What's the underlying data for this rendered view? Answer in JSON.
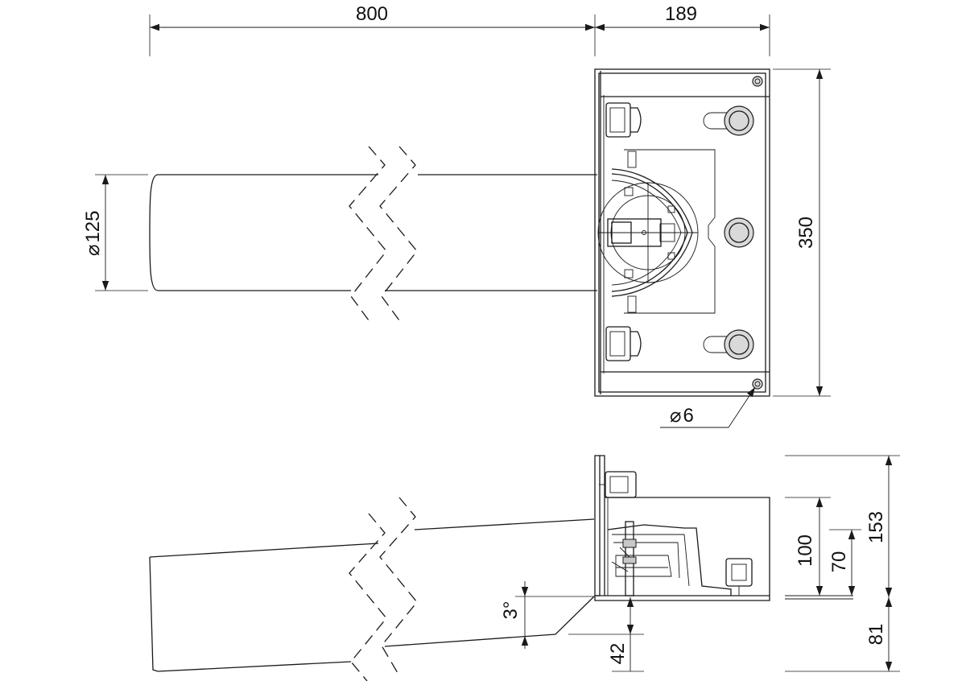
{
  "dimensions": {
    "tube_length": "800",
    "box_width": "189",
    "box_height_top": "350",
    "tube_diameter": "125",
    "hole_diameter": "6",
    "total_height": "153",
    "box_depth": "100",
    "mount_height": "70",
    "below_floor": "81",
    "offset": "42",
    "angle": "3°"
  },
  "symbols": {
    "diameter_mark": "⌀"
  },
  "colors": {
    "line": "#1a1a1a",
    "fill": "#d9d9d9",
    "background": "#ffffff"
  }
}
